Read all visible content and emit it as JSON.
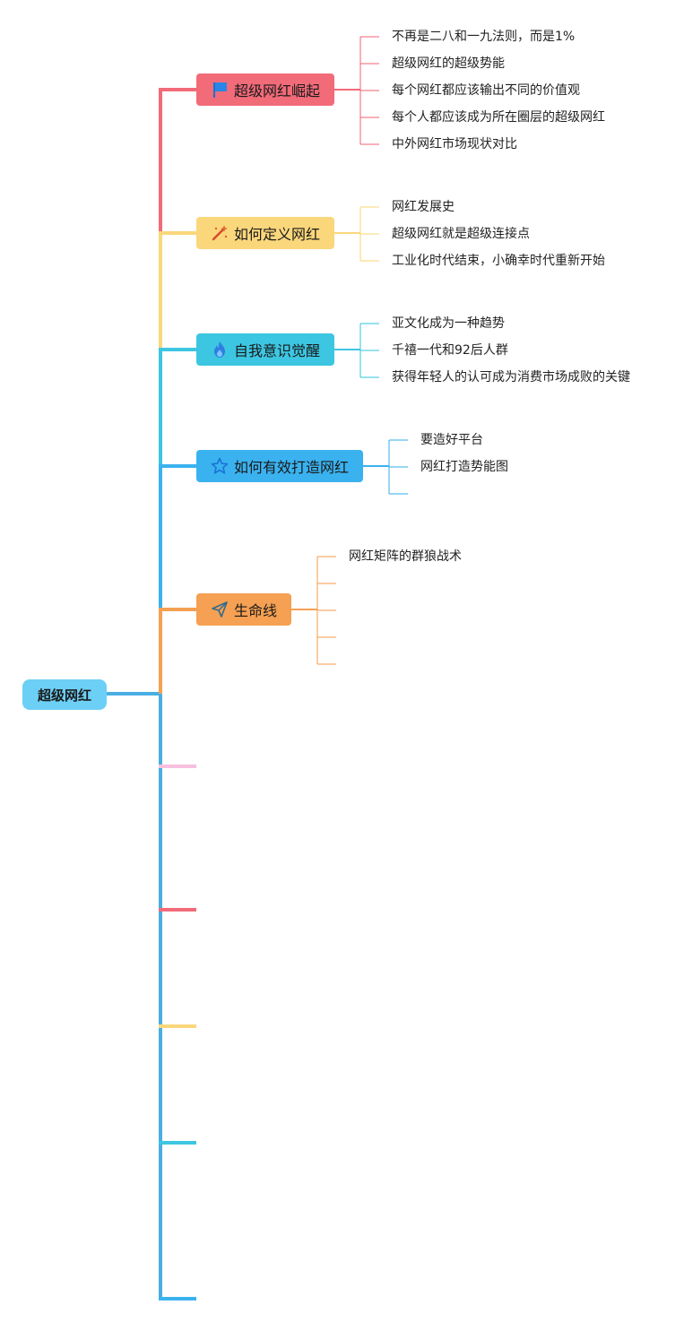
{
  "root": {
    "label": "超级网红",
    "color": "#6ccff6"
  },
  "trunk_color": "#4aaee3",
  "branches": [
    {
      "label": "超级网红崛起",
      "color": "#f26b79",
      "icon": "flag-icon",
      "children": [
        "不再是二八和一九法则，而是1%",
        "超级网红的超级势能",
        "每个网红都应该输出不同的价值观",
        "每个人都应该成为所在圈层的超级网红",
        "中外网红市场现状对比"
      ]
    },
    {
      "label": "如何定义网红",
      "color": "#fad77b",
      "icon": "magic-wand-icon",
      "children": [
        "网红发展史",
        "超级网红就是超级连接点",
        "工业化时代结束，小确幸时代重新开始"
      ]
    },
    {
      "label": "自我意识觉醒",
      "color": "#3cc6e1",
      "icon": "flame-icon",
      "children": [
        "亚文化成为一种趋势",
        "千禧一代和92后人群",
        "获得年轻人的认可成为消费市场成败的关键"
      ]
    },
    {
      "label": "如何有效打造网红",
      "color": "#3ab2f0",
      "icon": "star-icon",
      "children": [
        "要造好平台",
        "网红打造势能图",
        ""
      ]
    },
    {
      "label": "生命线",
      "color": "#f5a052",
      "icon": "paper-plane-icon",
      "children": [
        "网红矩阵的群狼战术",
        "",
        "",
        "",
        ""
      ]
    }
  ],
  "empty_branches": [
    {
      "color": "#f7c0e0"
    },
    {
      "color": "#f26b79"
    },
    {
      "color": "#fad77b"
    },
    {
      "color": "#3cc6e1"
    },
    {
      "color": "#3ab2f0"
    }
  ]
}
